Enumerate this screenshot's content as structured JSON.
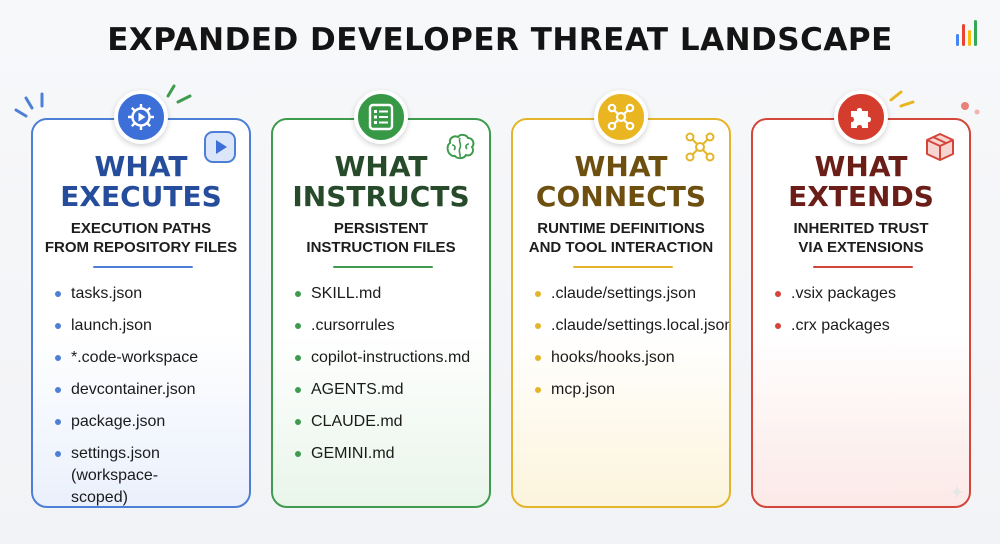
{
  "title": "EXPANDED DEVELOPER THREAT LANDSCAPE",
  "brand_colors": [
    "#4285f4",
    "#ea4335",
    "#fbbc05",
    "#34a853"
  ],
  "cards": [
    {
      "heading_1": "WHAT",
      "heading_2": "EXECUTES",
      "subtitle_1": "EXECUTION PATHS",
      "subtitle_2": "FROM REPOSITORY FILES",
      "accent": "#4e7fd6",
      "badge_icon": "gear-play-icon",
      "corner_icon": "play-button-icon",
      "items": [
        "tasks.json",
        "launch.json",
        "*.code-workspace",
        "devcontainer.json",
        "package.json",
        "settings.json (workspace-scoped)"
      ]
    },
    {
      "heading_1": "WHAT",
      "heading_2": "INSTRUCTS",
      "subtitle_1": "PERSISTENT",
      "subtitle_2": "INSTRUCTION FILES",
      "accent": "#3f9b4e",
      "badge_icon": "checklist-icon",
      "corner_icon": "brain-icon",
      "items": [
        "SKILL.md",
        ".cursorrules",
        "copilot-instructions.md",
        "AGENTS.md",
        "CLAUDE.md",
        "GEMINI.md"
      ]
    },
    {
      "heading_1": "WHAT",
      "heading_2": "CONNECTS",
      "subtitle_1": "RUNTIME DEFINITIONS",
      "subtitle_2": "AND TOOL INTERACTION",
      "accent": "#e4b52a",
      "badge_icon": "network-icon",
      "corner_icon": "network-icon",
      "items": [
        ".claude/settings.json",
        ".claude/settings.local.json",
        "hooks/hooks.json",
        "mcp.json"
      ]
    },
    {
      "heading_1": "WHAT",
      "heading_2": "EXTENDS",
      "subtitle_1": "INHERITED TRUST",
      "subtitle_2": "VIA EXTENSIONS",
      "accent": "#d4463a",
      "badge_icon": "puzzle-piece-icon",
      "corner_icon": "package-box-icon",
      "items": [
        ".vsix packages",
        ".crx packages"
      ]
    }
  ]
}
